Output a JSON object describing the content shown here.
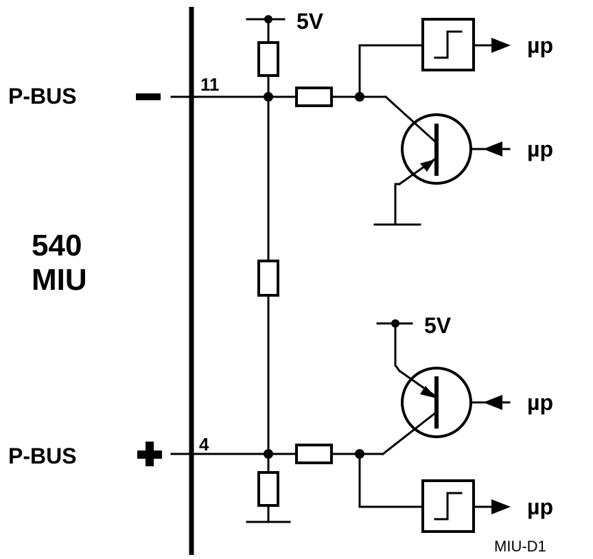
{
  "labels": {
    "pbus_minus": "P-BUS",
    "pbus_plus": "P-BUS",
    "unit_line1": "540",
    "unit_line2": "MIU",
    "pin_top": "11",
    "pin_bottom": "4",
    "supply_top": "5V",
    "supply_bottom": "5V",
    "up_1": "µp",
    "up_2": "µp",
    "up_3": "µp",
    "up_4": "µp",
    "figure_id": "MIU-D1"
  }
}
